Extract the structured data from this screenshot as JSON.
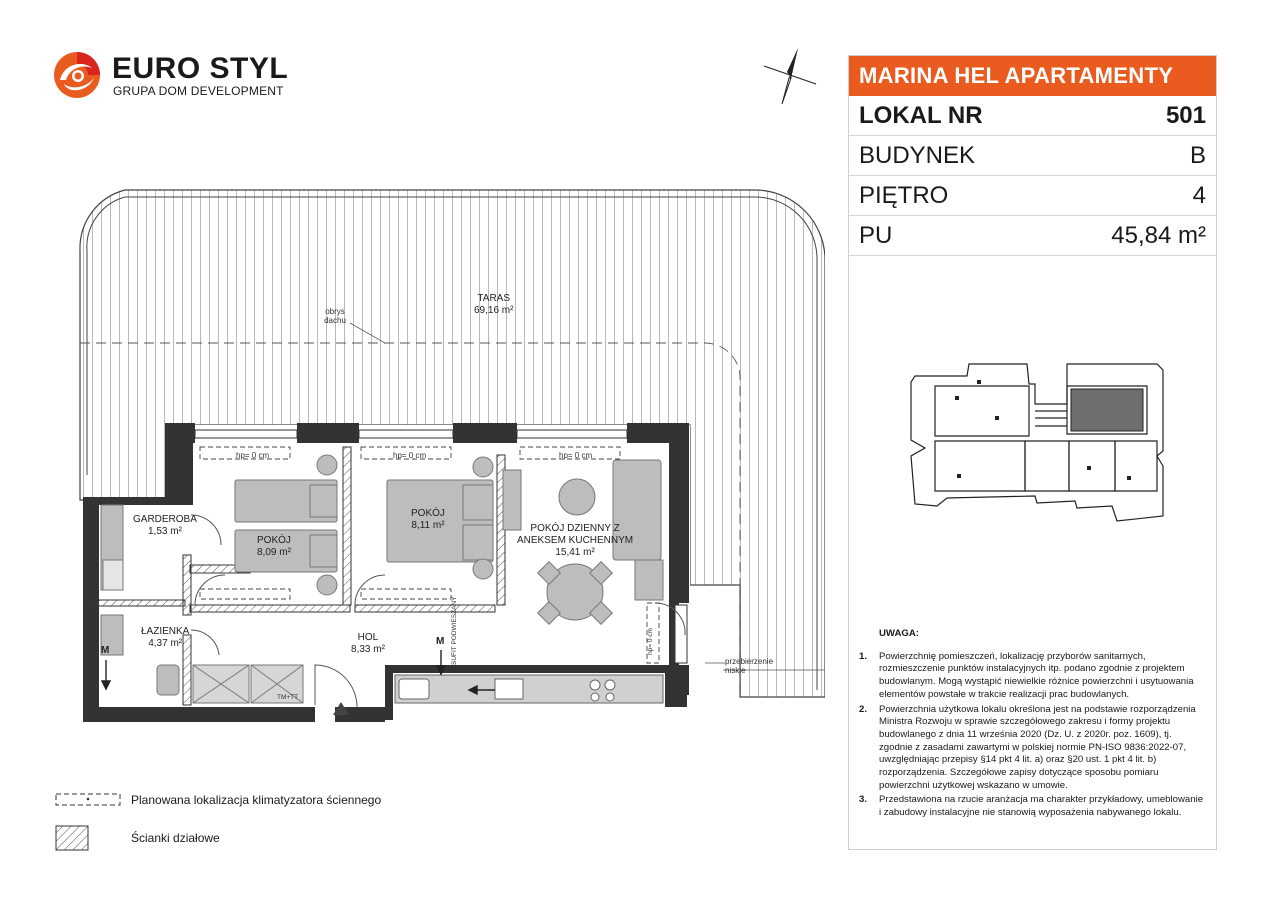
{
  "brand": {
    "name": "EURO STYL",
    "subtitle": "GRUPA DOM DEVELOPMENT",
    "colors": {
      "orange": "#ea5b1f",
      "red": "#d9251d"
    }
  },
  "info": {
    "title": "MARINA HEL APARTAMENTY",
    "rows": [
      {
        "label": "LOKAL NR",
        "value": "501"
      },
      {
        "label": "BUDYNEK",
        "value": "B"
      },
      {
        "label": "PIĘTRO",
        "value": "4"
      },
      {
        "label": "PU",
        "value": "45,84 m²"
      }
    ]
  },
  "rooms": {
    "taras": {
      "name": "TARAS",
      "area": "69,16 m²"
    },
    "obrys": "obrys dachu",
    "garderoba": {
      "name": "GARDEROBA",
      "area": "1,53 m²"
    },
    "pokoj1": {
      "name": "POKÓJ",
      "area": "8,09 m²"
    },
    "pokoj2": {
      "name": "POKÓJ",
      "area": "8,11 m²"
    },
    "dzienny": {
      "name1": "POKÓJ DZIENNY Z",
      "name2": "ANEKSEM KUCHENNYM",
      "area": "15,41 m²"
    },
    "lazienka": {
      "name": "ŁAZIENKA",
      "area": "4,37 m²"
    },
    "hol": {
      "name": "HOL",
      "area": "8,33 m²"
    },
    "hp": "hp= 0 cm",
    "sufit": "SUFIT PODWIESZANY",
    "przeb1": "przebierzenie",
    "przeb2": "niskie",
    "m": "M",
    "tmtt": "TM+TT"
  },
  "notes": {
    "title": "UWAGA:",
    "items": [
      {
        "num": "1.",
        "text": "Powierzchnię pomieszczeń, lokalizację przyborów sanitarnych, rozmieszczenie punktów instalacyjnych itp. podano zgodnie z projektem budowlanym. Mogą wystąpić niewielkie różnice powierzchni i usytuowania elementów powstałe w trakcie realizacji prac budowlanych."
      },
      {
        "num": "2.",
        "text": "Powierzchnia użytkowa lokalu określona jest na podstawie rozporządzenia Ministra Rozwoju w sprawie szczegółowego zakresu i formy projektu budowlanego z dnia 11 września 2020 (Dz. U. z 2020r. poz. 1609), tj. zgodnie z zasadami zawartymi w polskiej normie PN-ISO 9836:2022-07, uwzględniając przepisy §14 pkt 4 lit. a) oraz §20 ust. 1 pkt 4 lit. b) rozporządzenia. Szczegółowe zapisy dotyczące sposobu pomiaru powierzchni użytkowej wskazano w umowie."
      },
      {
        "num": "3.",
        "text": "Przedstawiona na rzucie aranżacja ma charakter przykładowy, umeblowanie i zabudowy instalacyjne nie stanowią wyposażenia nabywanego lokalu."
      }
    ]
  },
  "legend": {
    "ac": "Planowana lokalizacja klimatyzatora ściennego",
    "walls": "Ścianki działowe"
  }
}
